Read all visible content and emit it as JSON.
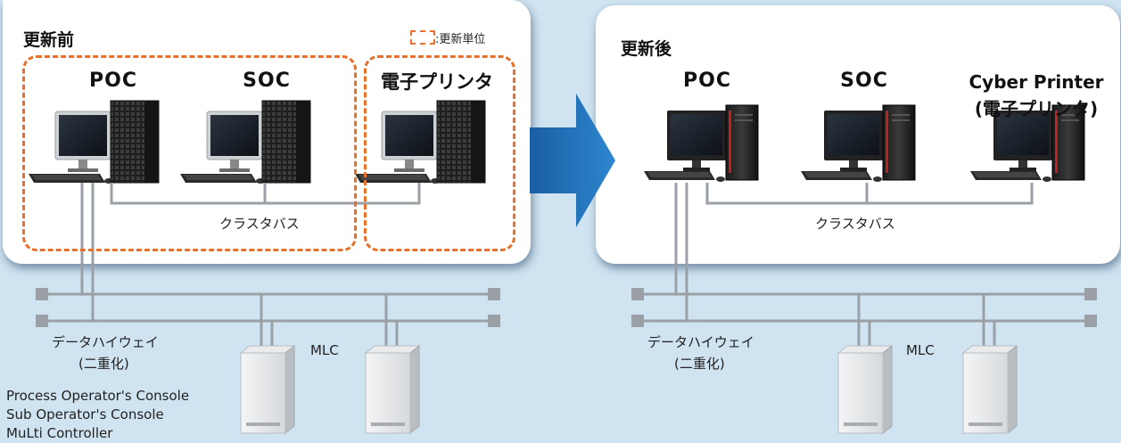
{
  "before": {
    "title": "更新前",
    "legend": ":更新単位",
    "poc": "POC",
    "soc": "SOC",
    "printer": "電子プリンタ",
    "cluster_bus": "クラスタバス"
  },
  "after": {
    "title": "更新後",
    "poc": "POC",
    "soc": "SOC",
    "printer_line1": "Cyber Printer",
    "printer_line2": "(電子プリンタ)",
    "cluster_bus": "クラスタバス"
  },
  "network": {
    "highway_line1": "データハイウェイ",
    "highway_line2": "(二重化)",
    "mlc": "MLC"
  },
  "footnote": {
    "poc": "Process Operator's Console",
    "soc": "Sub Operator's Console",
    "mlc": "MuLti Controller"
  },
  "colors": {
    "background": "#cfe3f1",
    "dashed_unit": "#e8702a",
    "arrow": "#1f72b8",
    "bus": "#9aa0a6"
  }
}
